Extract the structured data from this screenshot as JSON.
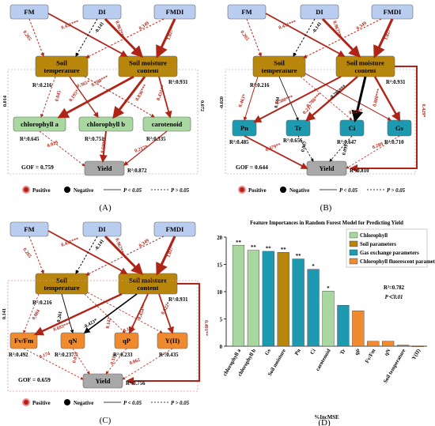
{
  "common": {
    "pos": "Positive",
    "neg": "Negative",
    "sig": "P < 0.05",
    "nsig": "P > 0.05",
    "fm": "FM",
    "di": "DI",
    "fmdi": "FMDI",
    "soil_temp": [
      "Soil",
      "temperature"
    ],
    "soil_moist": [
      "Soil moisture",
      "content"
    ],
    "yield": "Yield"
  },
  "colors": {
    "pos": "#b02418",
    "neg": "#000000",
    "header_box": "#b9cdf0",
    "soil_box": "#b8860b",
    "chl_box": "#a8d8a0",
    "gas_box": "#1e9ab0",
    "fluor_box": "#f08a2e",
    "yield_box": "#a8a8a8"
  },
  "panelA": {
    "label": "(A)",
    "r2_st": "R²:0.216",
    "r2_sm": "R²:0.931",
    "r2_ca": "R²:0.645",
    "r2_cb": "R²:0.751",
    "r2_car": "R²:0.335",
    "r2_y": "R²:0.872",
    "gof": "GOF = 0.759",
    "ca": "chlorophyll a",
    "cb": "chlorophyll b",
    "car": "carotenoid",
    "coefs": {
      "fm_sm": "0.451***",
      "di_st": "-0.141",
      "di_sm": "0.967***",
      "fmdi_st": "0.349",
      "fmdi_sm": "1.027***",
      "fm_st": "0.265",
      "st_ca": "0.045",
      "st_cb": "0.365*",
      "st_car": "0.195*",
      "sm_ca": "0.780***",
      "sm_cb": "0.836***",
      "sm_car": "0.431**",
      "cb_y": "0.609**",
      "car_y": "0.217*",
      "ca_y": "0.029",
      "left": "0.014",
      "right": "0.072"
    }
  },
  "panelB": {
    "label": "(B)",
    "r2_st": "R²:0.216",
    "r2_sm": "R²:0.931",
    "r2_pn": "R²:0.485",
    "r2_tr": "R²:0.656",
    "r2_ci": "R²:0.647",
    "r2_gs": "R²:0.710",
    "r2_y": "R²:0.810",
    "gof": "GOF = 0.644",
    "pn": "Pn",
    "tr": "Tr",
    "ci": "Ci",
    "gs": "Gs",
    "coefs": {
      "fm_sm": "0.451***",
      "di_st": "-0.141",
      "di_sm": "0.967***",
      "fmdi_st": "0.349",
      "fmdi_sm": "1.027***",
      "fm_st": "0.265",
      "st_pn": "0.463*",
      "st_tr": "0.144",
      "st_ci": "0.237",
      "sm_pn": "0.500***",
      "sm_tr": "0.786***",
      "sm_ci": "-0.786***",
      "sm_gs": "0.800***",
      "st_gs": "0.229*",
      "pn_y": "0.479**",
      "tr_y": "0.007",
      "ci_y": "0.099",
      "gs_y": "0.289",
      "left": "-0.020",
      "right": "0.429*"
    }
  },
  "panelC": {
    "label": "(C)",
    "r2_st": "R²:0.216",
    "r2_sm": "R²:0.931",
    "r2_fv": "R²:0.492",
    "r2_qn": "R²:0.237",
    "r2_qp": "R²:0.233",
    "r2_y2": "R²:0.435",
    "r2_y": "R²:0.756",
    "gof": "GOF = 0.659",
    "fv": "Fv/Fm",
    "qn": "qN",
    "qp": "qP",
    "yii": "Y(II)",
    "coefs": {
      "fm_sm": "0.451***",
      "di_st": "-0.141",
      "di_sm": "0.967***",
      "fmdi_st": "0.349",
      "fmdi_sm": "1.027***",
      "fm_st": "0.265",
      "st_fv": "0.084",
      "st_qn": "0.261",
      "sm_fv": "0.693***",
      "sm_qn": "-0.423*",
      "st_qp": "0.142",
      "sm_qp": "0.454**",
      "sm_yii": "0.622*",
      "st_yii": "0.193",
      "fv_y": "0.174",
      "qn_y": "0.059",
      "qp_y": "0.311",
      "yii_y": "0.062",
      "left": "0.141",
      "right": "0.491**"
    }
  },
  "panelD": {
    "label": "(D)",
    "title": "Feature Importances in Random Forest Model for Predicting Yield",
    "xlabel": "%IncMSE",
    "r2": "R²=0.782",
    "p": "P＜0.01",
    "legend": [
      "Chlorophyll",
      "Soil parameters",
      "Gas exchange parameters",
      "Chlorophyll fluorescent parameters"
    ]
  },
  "chart_data": {
    "type": "bar",
    "title": "Feature Importances in Random Forest Model for Predicting Yield",
    "xlabel": "%IncMSE",
    "ylabel": "",
    "ylim": [
      0,
      20
    ],
    "categories": [
      "chlorophyll a",
      "chlorophyll b",
      "Gs",
      "Soil moisture",
      "Pn",
      "Ci",
      "carotenoid",
      "Tr",
      "qP",
      "Fv/Fm",
      "qN",
      "Soil temperature",
      "Y(II)"
    ],
    "values": [
      18.5,
      17.6,
      17.4,
      17.2,
      16.0,
      14.1,
      10.1,
      7.5,
      6.5,
      0.9,
      0.9,
      0.2,
      -0.1
    ],
    "groups": [
      "Chlorophyll",
      "Chlorophyll",
      "Gas exchange parameters",
      "Soil parameters",
      "Gas exchange parameters",
      "Gas exchange parameters",
      "Chlorophyll",
      "Gas exchange parameters",
      "Chlorophyll fluorescent parameters",
      "Chlorophyll fluorescent parameters",
      "Chlorophyll fluorescent parameters",
      "Soil parameters",
      "Chlorophyll fluorescent parameters"
    ],
    "signif": [
      "**",
      "**",
      "**",
      "**",
      "**",
      "*",
      "*",
      "",
      "",
      "",
      "",
      "",
      ""
    ],
    "yticks": [
      0,
      5,
      10,
      15,
      20
    ]
  }
}
